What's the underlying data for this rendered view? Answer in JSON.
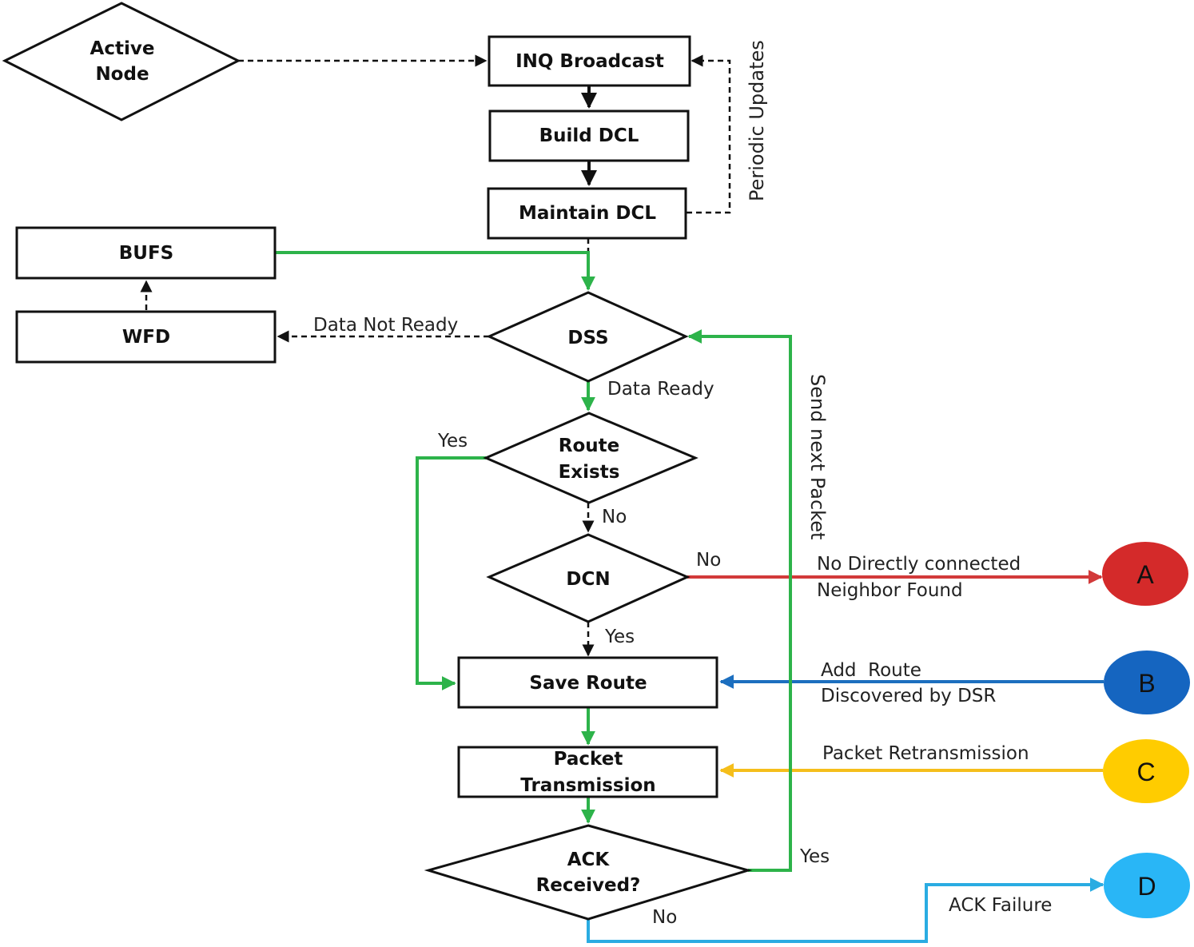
{
  "nodes": {
    "active_node": [
      "Active",
      "Node"
    ],
    "inq_broadcast": "INQ Broadcast",
    "build_dcl": "Build DCL",
    "maintain_dcl": "Maintain DCL",
    "bufs": "BUFS",
    "wfd": "WFD",
    "dss": "DSS",
    "route_exists": [
      "Route",
      "Exists"
    ],
    "dcn": "DCN",
    "save_route": "Save Route",
    "packet_transmission": [
      "Packet",
      "Transmission"
    ],
    "ack_received": [
      "ACK",
      "Received?"
    ]
  },
  "edge_labels": {
    "periodic_updates": "Periodic Updates",
    "data_not_ready": "Data Not Ready",
    "data_ready": "Data Ready",
    "route_yes": "Yes",
    "route_no": "No",
    "dcn_no": "No",
    "dcn_yes": "Yes",
    "no_neighbor": [
      "No Directly connected",
      "Neighbor Found"
    ],
    "add_route": [
      "Add  Route",
      "Discovered by DSR"
    ],
    "packet_retransmission": "Packet Retransmission",
    "ack_yes": "Yes",
    "ack_no": "No",
    "ack_failure": "ACK Failure",
    "send_next_packet": "Send next Packet"
  },
  "connectors": {
    "a": "A",
    "b": "B",
    "c": "C",
    "d": "D"
  },
  "colors": {
    "green": "#2db34a",
    "red": "#d23a3a",
    "blue": "#1c6fbf",
    "yellow": "#f5be1b",
    "cyan": "#2aace2",
    "connector_a": "#d42a2a",
    "connector_b": "#1565c0",
    "connector_c": "#ffcc00",
    "connector_d": "#29b6f6"
  }
}
